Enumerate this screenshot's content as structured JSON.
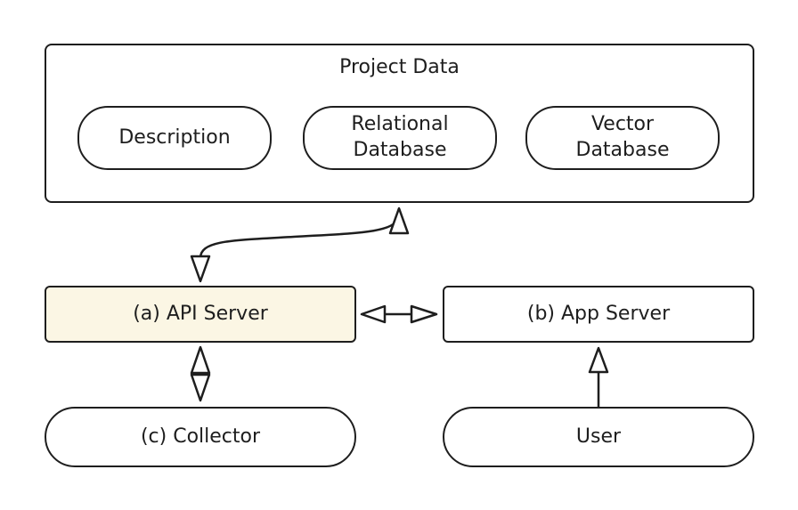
{
  "container": {
    "title": "Project Data",
    "items": [
      {
        "label": "Description"
      },
      {
        "label": "Relational\nDatabase"
      },
      {
        "label": "Vector\nDatabase"
      }
    ]
  },
  "nodes": {
    "api_server": {
      "label": "(a) API Server",
      "fill": "#fbf6e4"
    },
    "app_server": {
      "label": "(b) App Server"
    },
    "collector": {
      "label": "(c) Collector"
    },
    "user": {
      "label": "User"
    }
  },
  "colors": {
    "stroke": "#1e1e1e",
    "background": "#ffffff"
  }
}
